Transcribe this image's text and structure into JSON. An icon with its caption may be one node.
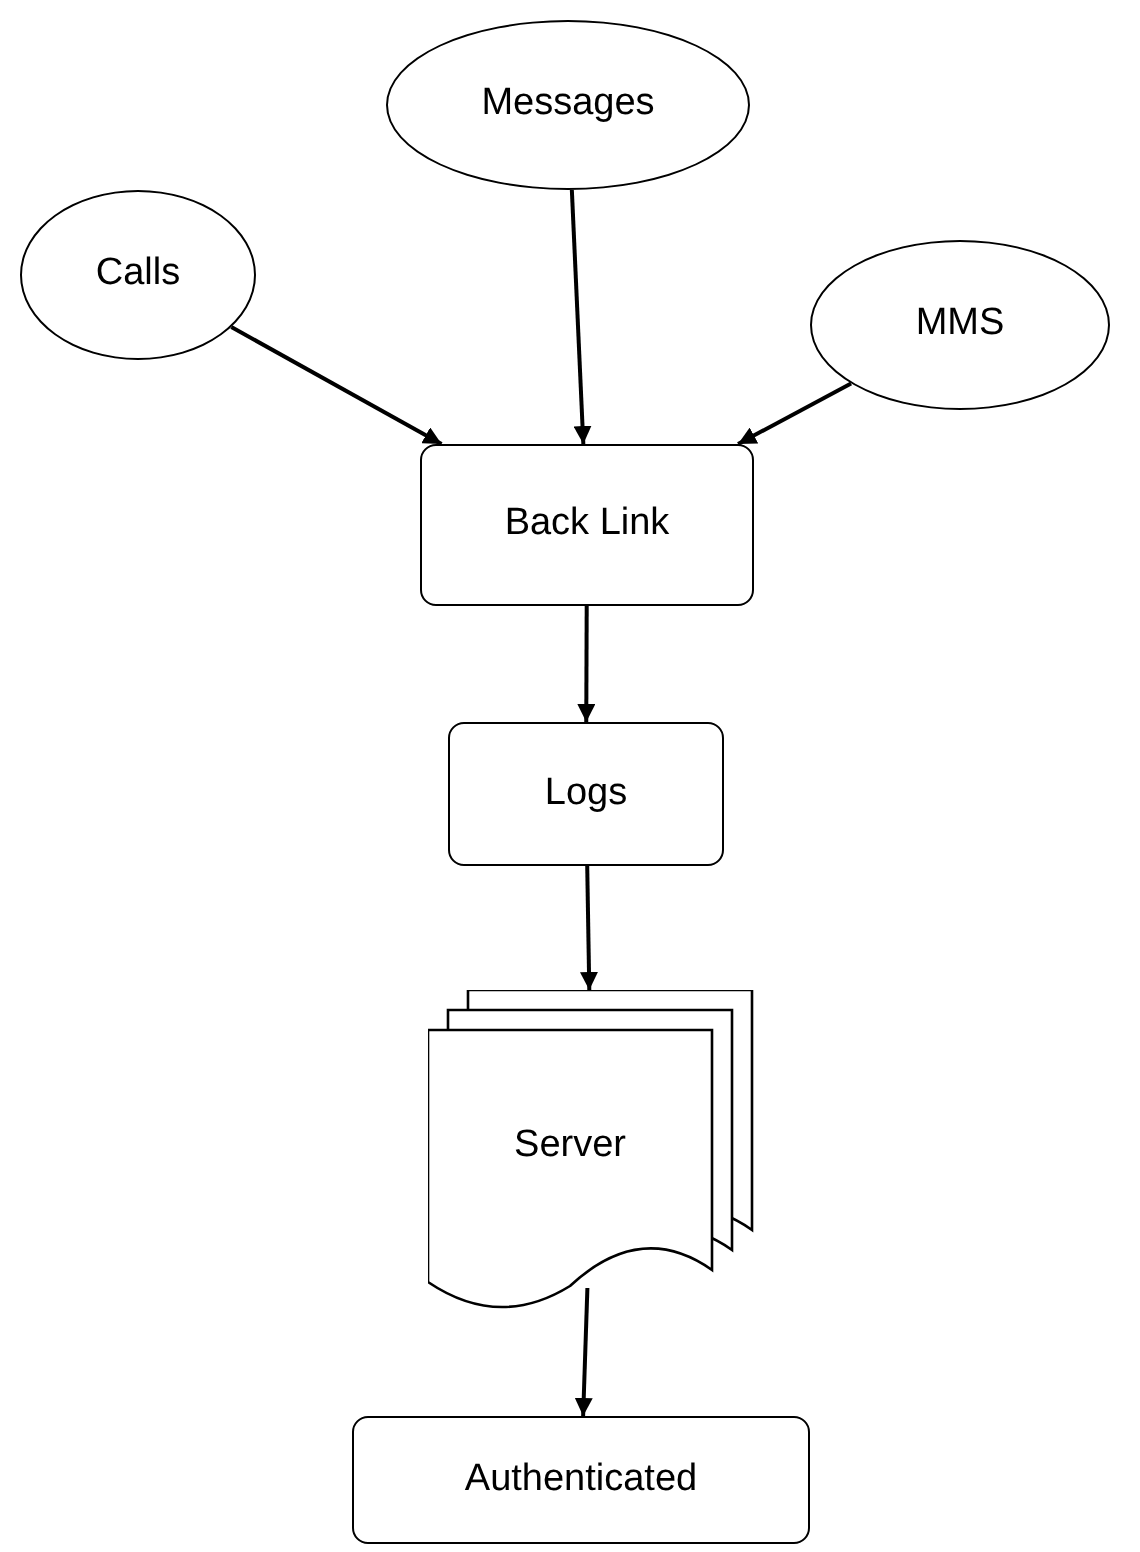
{
  "diagram": {
    "nodes": [
      {
        "text": [
          "Calls"
        ]
      },
      {
        "text": [
          "Messages"
        ]
      },
      {
        "text": [
          "MMS"
        ]
      },
      {
        "text": [
          "Back Link"
        ]
      },
      {
        "text": [
          "Logs"
        ]
      },
      {
        "text": [
          "Server"
        ]
      },
      {
        "text": [
          "Authenticated"
        ]
      }
    ],
    "edges": [
      {
        "from": 0,
        "to": 3,
        "arrow": "to"
      },
      {
        "from": 1,
        "to": 3,
        "arrow": "to"
      },
      {
        "from": 2,
        "to": 3,
        "arrow": "to"
      },
      {
        "from": 3,
        "to": 4,
        "arrow": "to"
      },
      {
        "from": 4,
        "to": 5,
        "arrow": "to"
      },
      {
        "from": 5,
        "to": 6,
        "arrow": "to"
      }
    ]
  }
}
